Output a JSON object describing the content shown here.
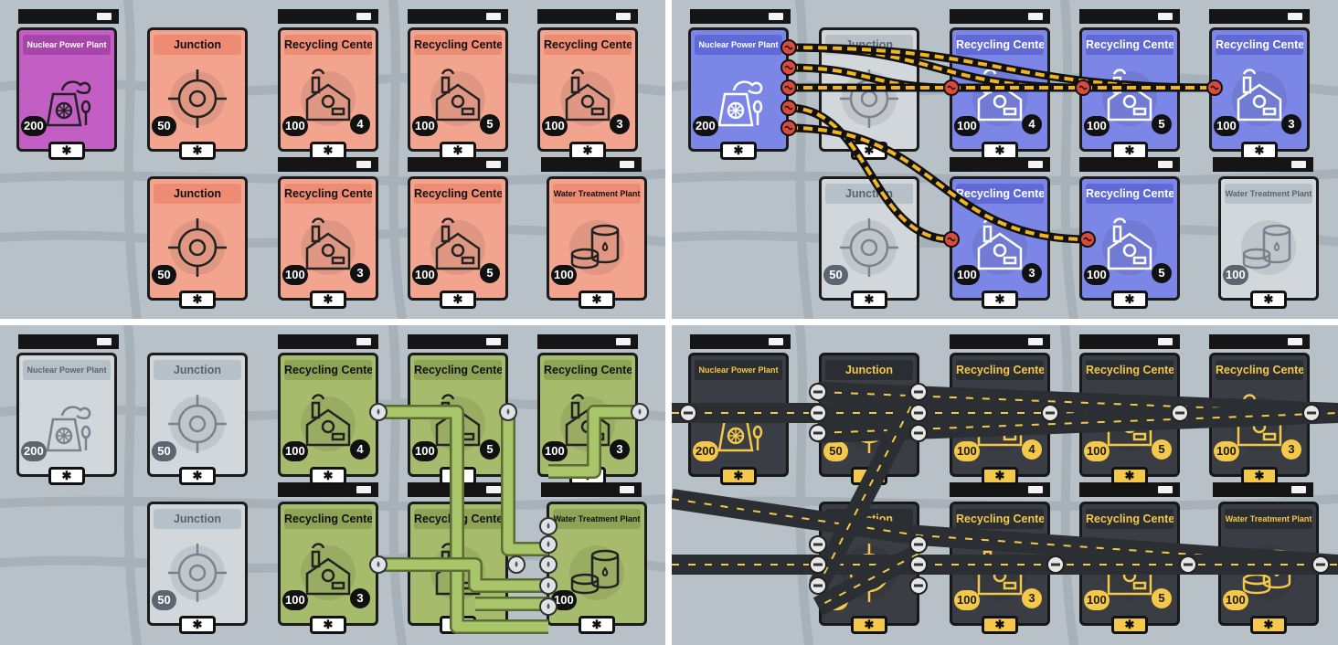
{
  "panels": [
    {
      "id": "top-left",
      "mode": "base",
      "cards": [
        {
          "title": "Nuclear Power Plant",
          "cost": "200",
          "count": "",
          "kind": "power"
        },
        {
          "title": "Junction",
          "cost": "50",
          "count": "",
          "kind": "junction"
        },
        {
          "title": "Recycling Center",
          "cost": "100",
          "count": "4",
          "kind": "recycling"
        },
        {
          "title": "Recycling Center",
          "cost": "100",
          "count": "5",
          "kind": "recycling"
        },
        {
          "title": "Recycling Center",
          "cost": "100",
          "count": "3",
          "kind": "recycling"
        },
        {
          "title": "Junction",
          "cost": "50",
          "count": "",
          "kind": "junction"
        },
        {
          "title": "Recycling Center",
          "cost": "100",
          "count": "3",
          "kind": "recycling"
        },
        {
          "title": "Recycling Center",
          "cost": "100",
          "count": "5",
          "kind": "recycling"
        },
        {
          "title": "Water Treatment Plant",
          "cost": "100",
          "count": "",
          "kind": "water"
        }
      ]
    },
    {
      "id": "top-right",
      "mode": "electricity",
      "cards": [
        {
          "title": "Nuclear Power Plant",
          "cost": "200",
          "count": "",
          "kind": "power"
        },
        {
          "title": "Junction",
          "cost": "",
          "count": "",
          "kind": "junction",
          "dim": true
        },
        {
          "title": "Recycling Center",
          "cost": "100",
          "count": "4",
          "kind": "recycling"
        },
        {
          "title": "Recycling Center",
          "cost": "100",
          "count": "5",
          "kind": "recycling"
        },
        {
          "title": "Recycling Center",
          "cost": "100",
          "count": "3",
          "kind": "recycling"
        },
        {
          "title": "Junction",
          "cost": "50",
          "count": "",
          "kind": "junction",
          "dim": true
        },
        {
          "title": "Recycling Center",
          "cost": "100",
          "count": "3",
          "kind": "recycling"
        },
        {
          "title": "Recycling Center",
          "cost": "100",
          "count": "5",
          "kind": "recycling"
        },
        {
          "title": "Water Treatment Plant",
          "cost": "100",
          "count": "",
          "kind": "water",
          "dim": true
        }
      ]
    },
    {
      "id": "bottom-left",
      "mode": "water",
      "cards": [
        {
          "title": "Nuclear Power Plant",
          "cost": "200",
          "count": "",
          "kind": "power",
          "dim": true
        },
        {
          "title": "Junction",
          "cost": "50",
          "count": "",
          "kind": "junction",
          "dim": true
        },
        {
          "title": "Recycling Center",
          "cost": "100",
          "count": "4",
          "kind": "recycling"
        },
        {
          "title": "Recycling Center",
          "cost": "100",
          "count": "5",
          "kind": "recycling"
        },
        {
          "title": "Recycling Center",
          "cost": "100",
          "count": "3",
          "kind": "recycling"
        },
        {
          "title": "Junction",
          "cost": "50",
          "count": "",
          "kind": "junction",
          "dim": true
        },
        {
          "title": "Recycling Center",
          "cost": "100",
          "count": "3",
          "kind": "recycling"
        },
        {
          "title": "Recycling Center",
          "cost": "",
          "count": "",
          "kind": "recycling"
        },
        {
          "title": "Water Treatment Plant",
          "cost": "100",
          "count": "",
          "kind": "water"
        }
      ]
    },
    {
      "id": "bottom-right",
      "mode": "road",
      "cards": [
        {
          "title": "Nuclear Power Plant",
          "cost": "200",
          "count": "",
          "kind": "power"
        },
        {
          "title": "Junction",
          "cost": "50",
          "count": "",
          "kind": "junction"
        },
        {
          "title": "Recycling Center",
          "cost": "100",
          "count": "4",
          "kind": "recycling"
        },
        {
          "title": "Recycling Center",
          "cost": "100",
          "count": "5",
          "kind": "recycling"
        },
        {
          "title": "Recycling Center",
          "cost": "100",
          "count": "3",
          "kind": "recycling"
        },
        {
          "title": "Junction",
          "cost": "50",
          "count": "",
          "kind": "junction"
        },
        {
          "title": "Recycling Center",
          "cost": "100",
          "count": "3",
          "kind": "recycling"
        },
        {
          "title": "Recycling Center",
          "cost": "100",
          "count": "5",
          "kind": "recycling"
        },
        {
          "title": "Water Treatment Plant",
          "cost": "100",
          "count": "",
          "kind": "water"
        }
      ]
    }
  ],
  "colors": {
    "board_bg": "#b8c1c8",
    "base_card": "#f2a48f",
    "power_card": "#c35fc4",
    "electric_card": "#7b86e6",
    "water_card": "#a6bb6b",
    "road_card": "#3a3d43",
    "cable_yellow": "#f2b51f",
    "pipe_green": "#9fbf63",
    "road_line": "#f4c84a"
  },
  "icons": {
    "power": "nuclear-plant-icon",
    "junction": "roundabout-icon",
    "recycling": "recycling-house-icon",
    "water": "water-tanks-icon",
    "slot": "worker-icon"
  }
}
